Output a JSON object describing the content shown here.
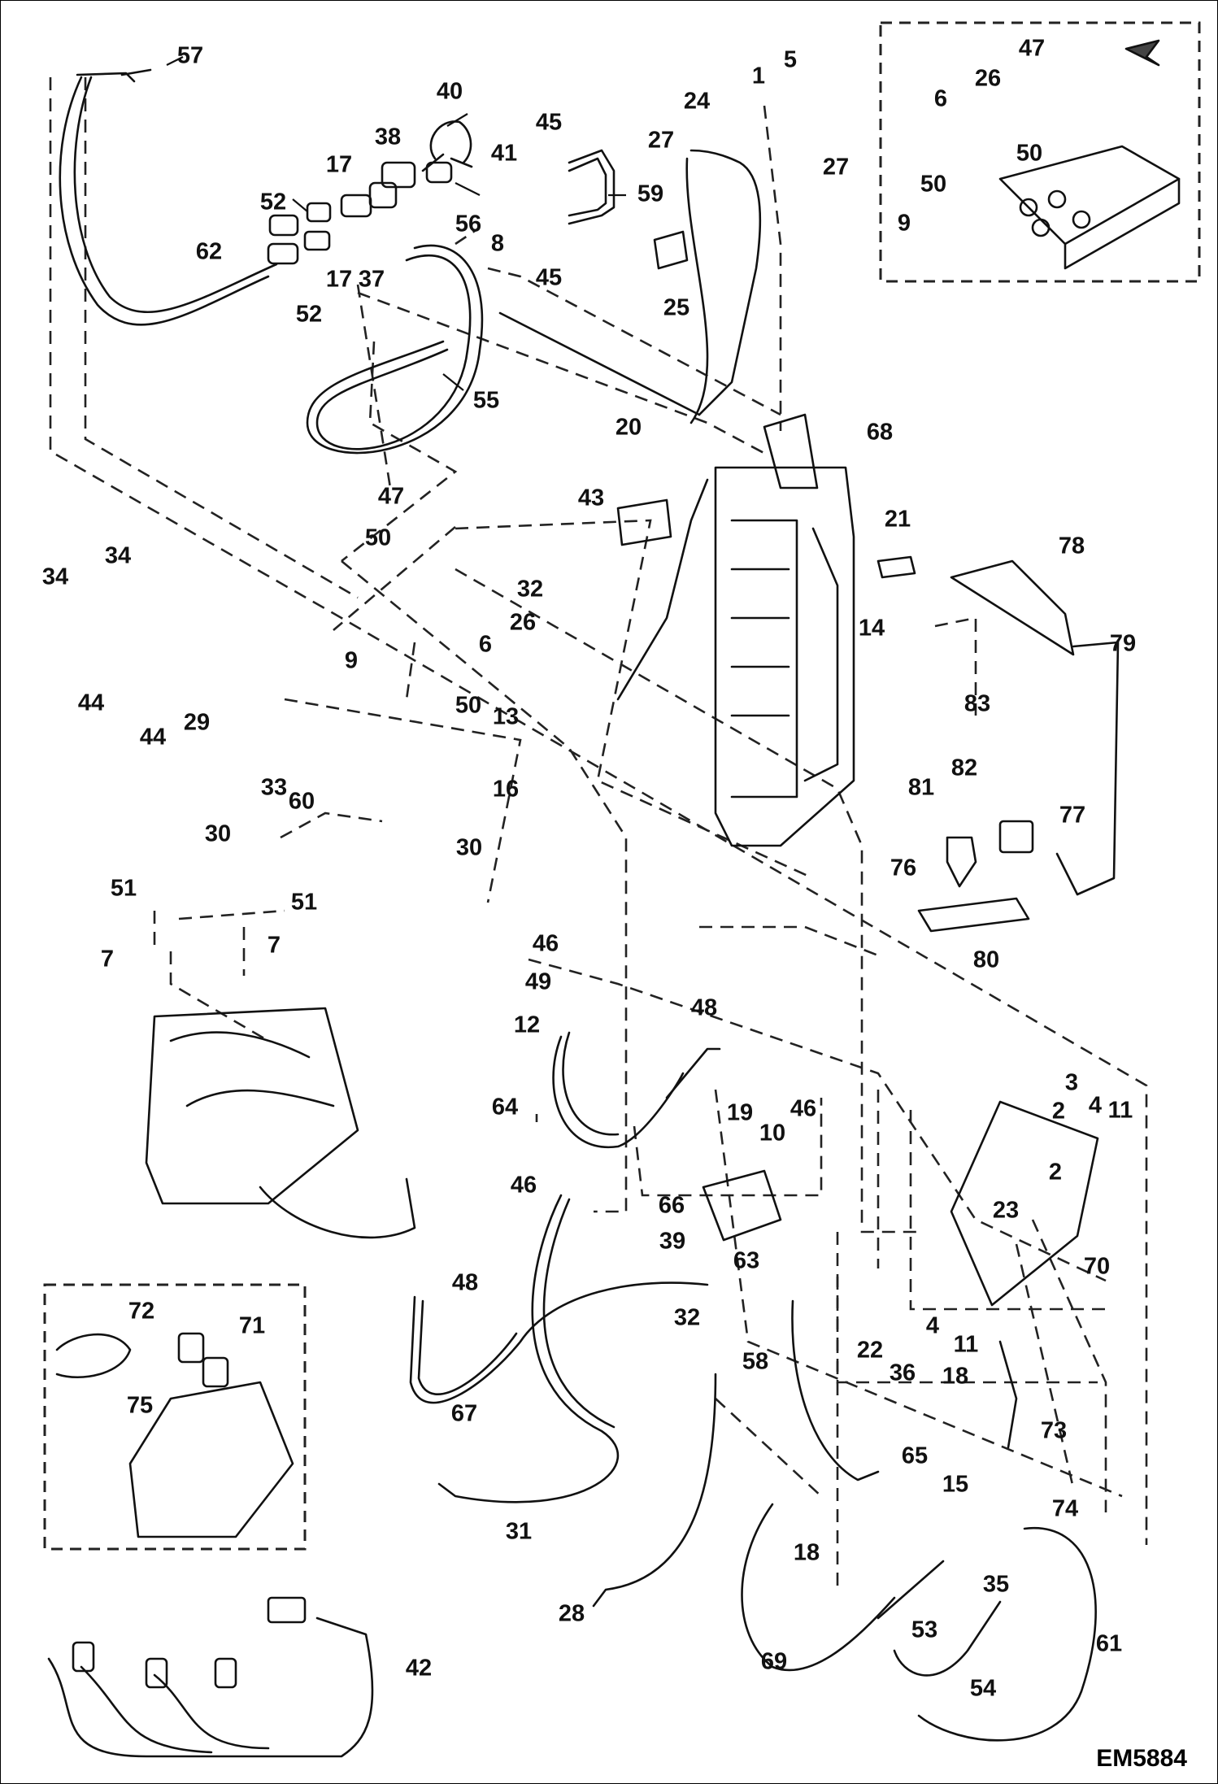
{
  "drawing_id": "EM5884",
  "callouts": {
    "c1": "1",
    "c2": "2",
    "c3": "3",
    "c4": "4",
    "c5": "5",
    "c6": "6",
    "c7": "7",
    "c8": "8",
    "c9": "9",
    "c10": "10",
    "c11": "11",
    "c12": "12",
    "c13": "13",
    "c14": "14",
    "c15": "15",
    "c16": "16",
    "c17": "17",
    "c18": "18",
    "c19": "19",
    "c20": "20",
    "c21": "21",
    "c22": "22",
    "c23": "23",
    "c24": "24",
    "c25": "25",
    "c26": "26",
    "c27": "27",
    "c28": "28",
    "c29": "29",
    "c30": "30",
    "c31": "31",
    "c32": "32",
    "c33": "33",
    "c34": "34",
    "c35": "35",
    "c36": "36",
    "c37": "37",
    "c38": "38",
    "c39": "39",
    "c40": "40",
    "c41": "41",
    "c42": "42",
    "c43": "43",
    "c44": "44",
    "c45": "45",
    "c46": "46",
    "c47": "47",
    "c48": "48",
    "c49": "49",
    "c50": "50",
    "c51": "51",
    "c52": "52",
    "c53": "53",
    "c54": "54",
    "c55": "55",
    "c56": "56",
    "c57": "57",
    "c58": "58",
    "c59": "59",
    "c60": "60",
    "c61": "61",
    "c62": "62",
    "c63": "63",
    "c64": "64",
    "c65": "65",
    "c66": "66",
    "c67": "67",
    "c68": "68",
    "c69": "69",
    "c70": "70",
    "c71": "71",
    "c72": "72",
    "c73": "73",
    "c74": "74",
    "c75": "75",
    "c76": "76",
    "c77": "77",
    "c78": "78",
    "c79": "79",
    "c80": "80",
    "c81": "81",
    "c82": "82",
    "c83": "83"
  }
}
